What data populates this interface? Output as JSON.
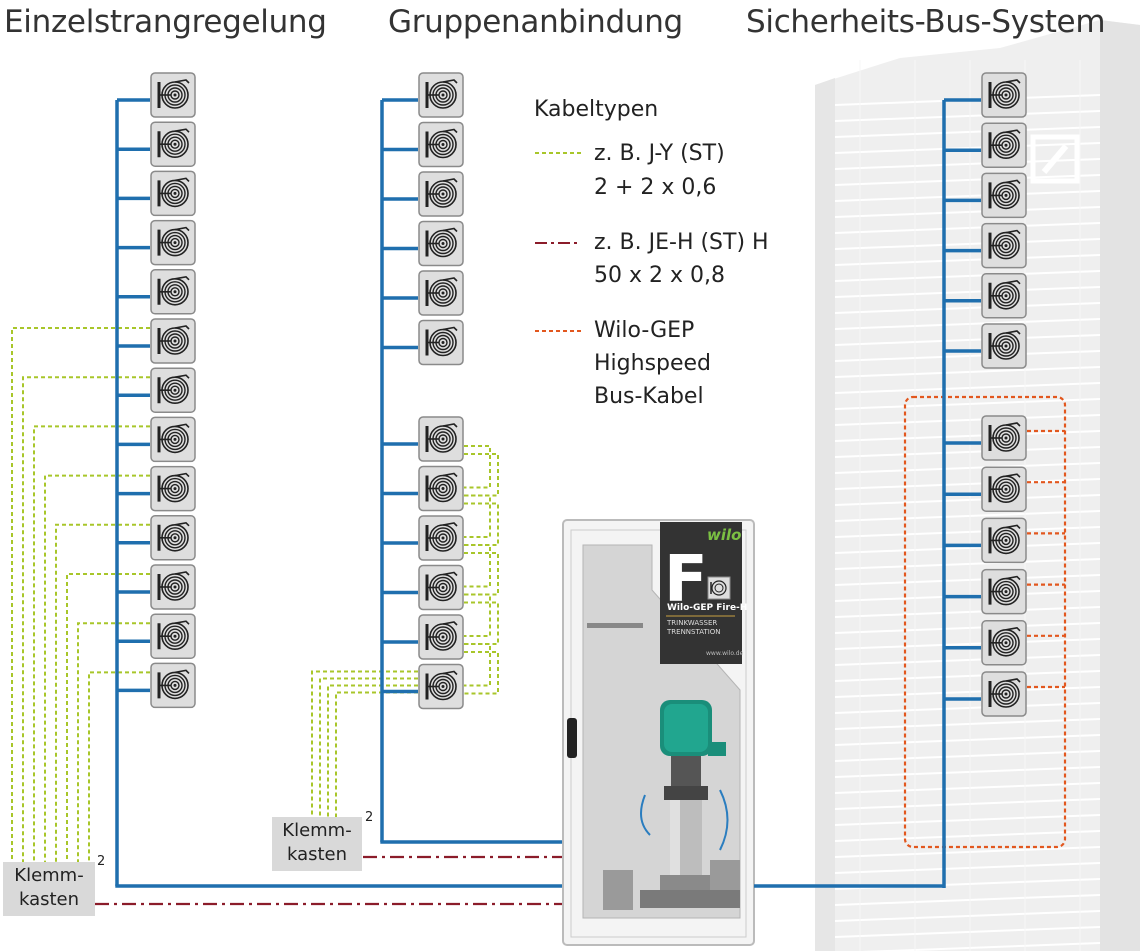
{
  "titles": {
    "left": "Einzelstrangregelung",
    "middle": "Gruppenanbindung",
    "right": "Sicherheits-Bus-System"
  },
  "legend": {
    "heading": "Kabeltypen",
    "items": [
      {
        "line1": "z. B. J-Y (ST)",
        "line2": "2 + 2 x 0,6",
        "line3": "",
        "color": "#a8c62a",
        "style": "dotted"
      },
      {
        "line1": "z. B. JE-H (ST) H",
        "line2": "50 x 2 x 0,8",
        "line3": "",
        "color": "#8b1c2a",
        "style": "dash-dot"
      },
      {
        "line1": "Wilo-GEP",
        "line2": "Highspeed",
        "line3": "Bus-Kabel",
        "color": "#e2571e",
        "style": "dotted"
      }
    ]
  },
  "klemmkasten": {
    "left": {
      "line1": "Klemm-",
      "line2": "kasten",
      "superscript": "2"
    },
    "middle": {
      "line1": "Klemm-",
      "line2": "kasten",
      "superscript": "2"
    }
  },
  "cabinet": {
    "brand": "wilo",
    "letter": "F",
    "name": "Wilo-GEP Fire-H",
    "subtitle1": "TRINKWASSER",
    "subtitle2": "TRENNSTATION",
    "url": "www.wilo.de"
  },
  "colors": {
    "bus_line": "#1f6fae",
    "yellow_cable": "#a8c62a",
    "red_cable": "#8b1c2a",
    "orange_cable": "#e2571e",
    "icon_box": "#dedede"
  },
  "icons": {
    "valve": "hose-reel-icon",
    "building": "office-tower-icon",
    "bank_logo": "bank-logo-icon"
  }
}
